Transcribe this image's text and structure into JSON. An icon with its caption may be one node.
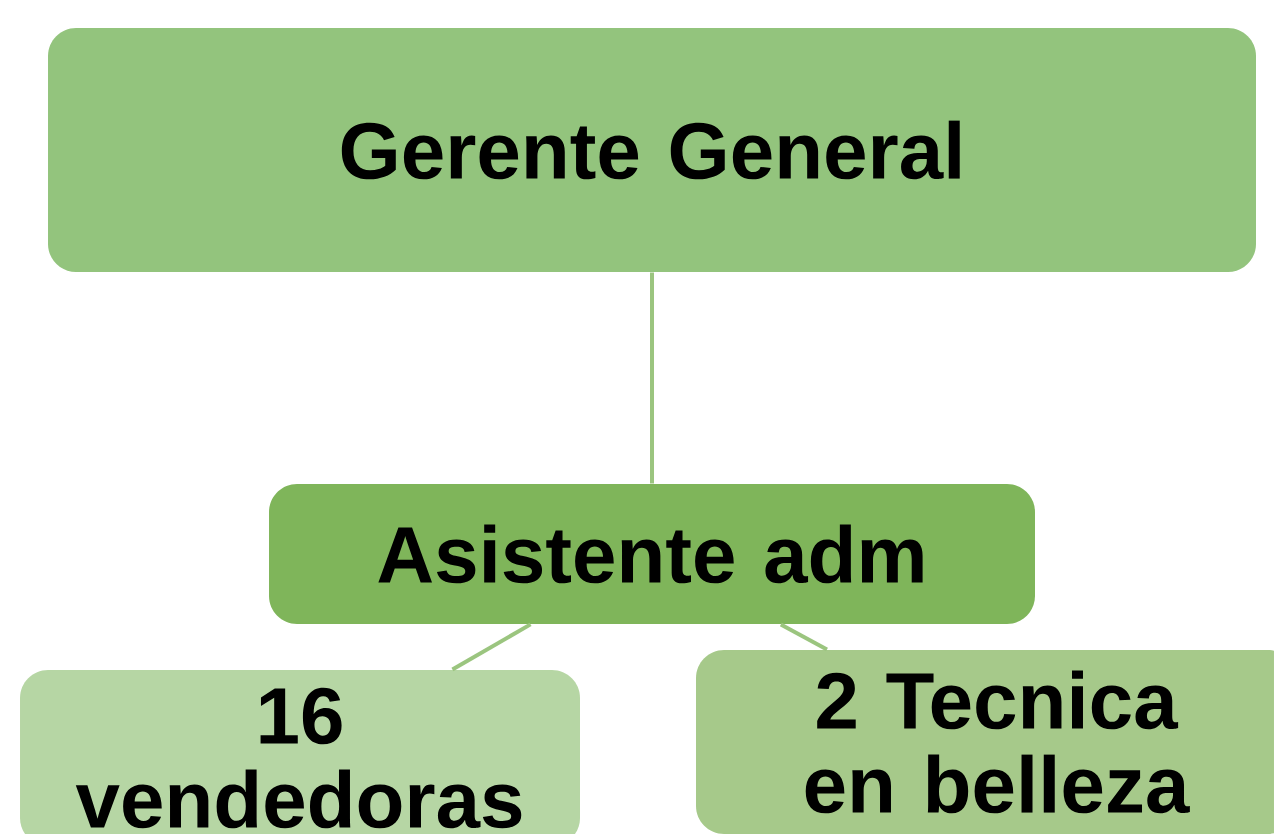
{
  "diagram": {
    "nodes": [
      {
        "text": [
          "Gerente General"
        ]
      },
      {
        "text": [
          "Asistente adm"
        ]
      },
      {
        "text": [
          "16 vendedoras"
        ]
      },
      {
        "text": [
          "2 Tecnica en belleza"
        ]
      }
    ],
    "edges": [
      {
        "from": 0,
        "to": 1,
        "arrow": "none"
      },
      {
        "from": 1,
        "to": 2,
        "arrow": "none"
      },
      {
        "from": 1,
        "to": 3,
        "arrow": "none"
      }
    ]
  }
}
